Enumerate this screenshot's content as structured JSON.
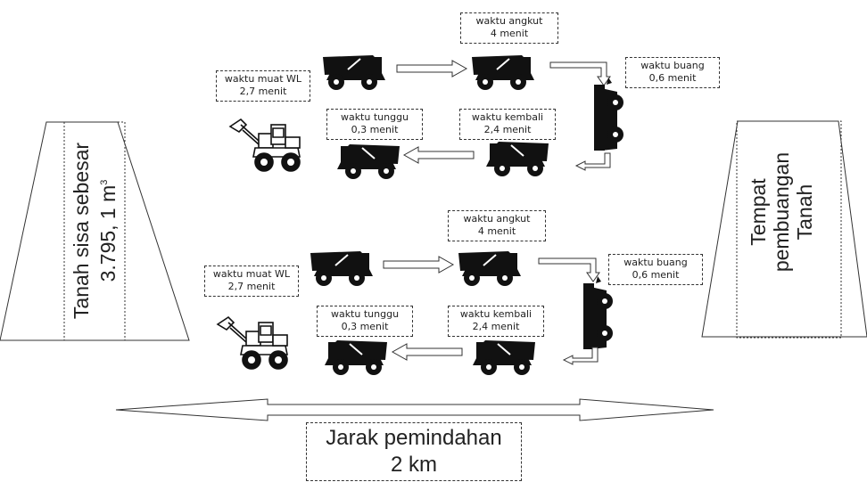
{
  "left_pile": {
    "line1": "Tanah sisa sebesar",
    "line2_value": "3.795, 1 m",
    "line2_sup": "3"
  },
  "right_pile": {
    "line1": "Tempat",
    "line2": "pembuangan",
    "line3": "Tanah"
  },
  "cycles": [
    {
      "angkut": {
        "label": "waktu angkut",
        "value": "4 menit"
      },
      "muat": {
        "label": "waktu muat WL",
        "value": "2,7 menit"
      },
      "buang": {
        "label": "waktu buang",
        "value": "0,6 menit"
      },
      "tunggu": {
        "label": "waktu tunggu",
        "value": "0,3 menit"
      },
      "kembali": {
        "label": "waktu kembali",
        "value": "2,4 menit"
      }
    },
    {
      "angkut": {
        "label": "waktu angkut",
        "value": "4 menit"
      },
      "muat": {
        "label": "waktu muat WL",
        "value": "2,7 menit"
      },
      "buang": {
        "label": "waktu buang",
        "value": "0,6 menit"
      },
      "tunggu": {
        "label": "waktu tunggu",
        "value": "0,3 menit"
      },
      "kembali": {
        "label": "waktu kembali",
        "value": "2,4 menit"
      }
    }
  ],
  "distance": {
    "line1": "Jarak pemindahan",
    "line2": "2 km"
  },
  "colors": {
    "line": "#333333",
    "vehicle": "#111111",
    "background": "#ffffff"
  },
  "icons": [
    "dump-truck-icon",
    "wheel-loader-icon",
    "dumping-truck-icon",
    "arrow-right-icon",
    "arrow-left-icon",
    "elbow-arrow-icon",
    "double-arrow-icon"
  ]
}
